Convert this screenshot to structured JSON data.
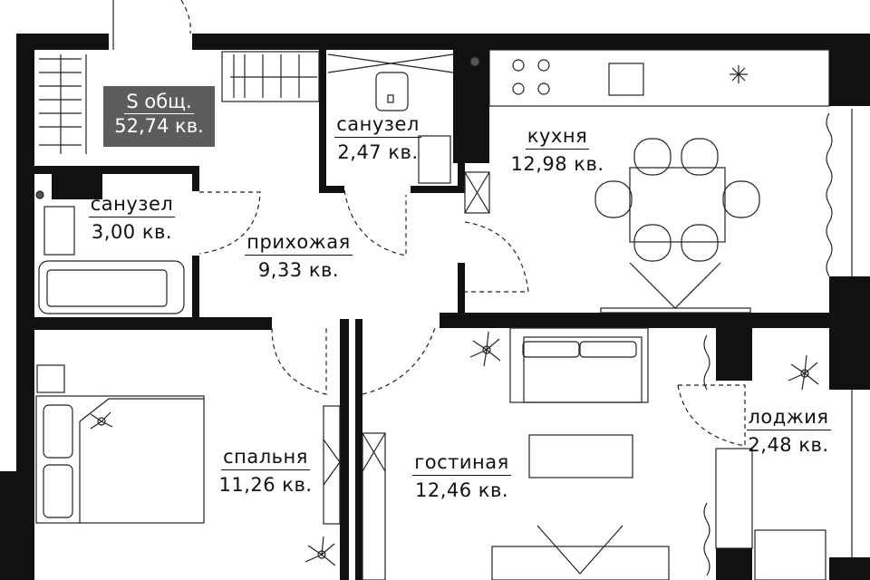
{
  "total": {
    "label": "S общ.",
    "area": "52,74 кв."
  },
  "rooms": [
    {
      "name": "санузел",
      "area": "2,47 кв."
    },
    {
      "name": "кухня",
      "area": "12,98 кв."
    },
    {
      "name": "санузел",
      "area": "3,00 кв."
    },
    {
      "name": "прихожая",
      "area": "9,33 кв."
    },
    {
      "name": "лоджия",
      "area": "2,48 кв."
    },
    {
      "name": "спальня",
      "area": "11,26 кв."
    },
    {
      "name": "гостиная",
      "area": "12,46 кв."
    }
  ],
  "colors": {
    "wall": "#111111",
    "badge": "#5d5d5d",
    "line": "#222222"
  }
}
